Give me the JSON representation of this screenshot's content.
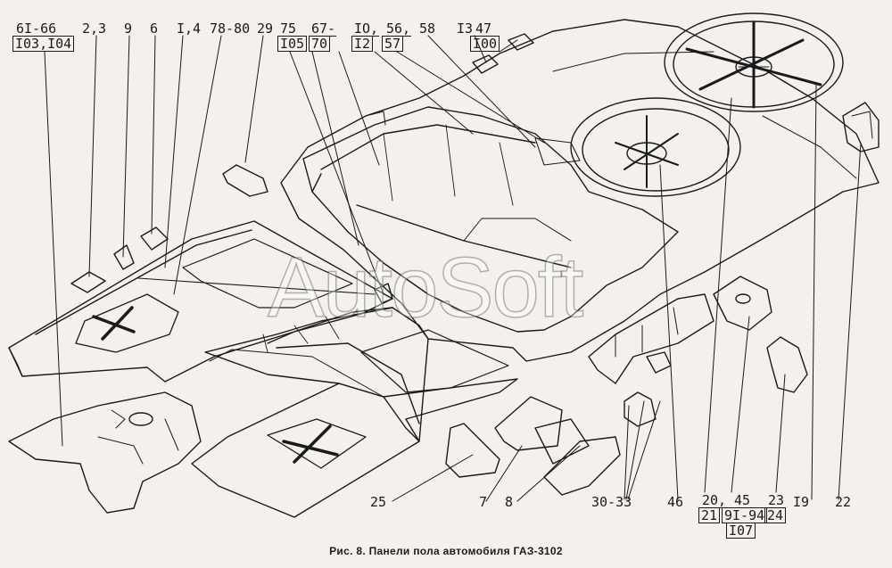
{
  "callouts": {
    "c_61_66": "6I-66",
    "c_103_104": "I03,I04",
    "c_2_3": "2,3",
    "c_9": "9",
    "c_6": "6",
    "c_1_4": "I,4",
    "c_78_80": "78-80",
    "c_29": "29",
    "c_75": "75",
    "c_105": "I05",
    "c_67": "67-",
    "c_70": "70",
    "c_10": "IO,",
    "c_12": "I2",
    "c_56": "56,",
    "c_57": "57",
    "c_58": "58",
    "c_13": "I3",
    "c_47": "47",
    "c_100": "I00",
    "c_25": "25",
    "c_7": "7",
    "c_8": "8",
    "c_30_33": "30-33",
    "c_46": "46",
    "c_20": "20,",
    "c_21": "21",
    "c_45": "45",
    "c_91_94": "9I-94",
    "c_107": "I07",
    "c_23": "23",
    "c_24": "24",
    "c_19": "I9",
    "c_22": "22"
  },
  "caption": "Рис. 8. Панели пола автомобиля ГАЗ-3102",
  "watermark": "AutoSoft",
  "colors": {
    "ink": "#1a1a1a",
    "paper": "#f4f1ec"
  }
}
